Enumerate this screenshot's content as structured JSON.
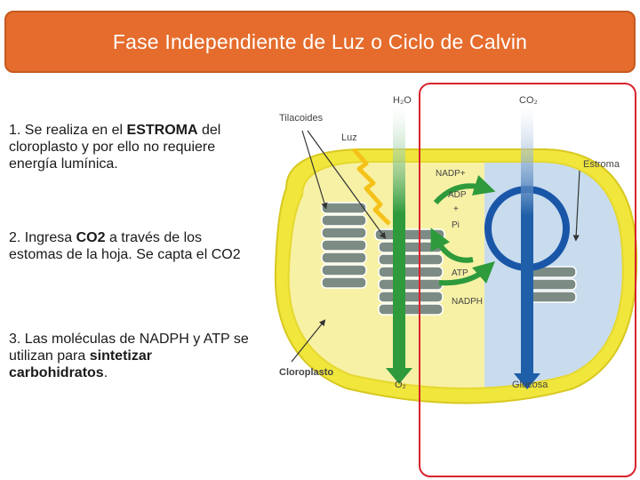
{
  "slide": {
    "title": "Fase Independiente de Luz o Ciclo de Calvin"
  },
  "points": [
    {
      "pre": "1. Se realiza en el ",
      "bold": "ESTROMA",
      "post": " del cloroplasto y por ello no requiere energía lumínica."
    },
    {
      "pre": "2. Ingresa ",
      "bold": "CO2",
      "post": " a través de los estomas de la hoja. Se capta el CO2"
    },
    {
      "pre": "3. Las moléculas de NADPH y ATP se utilizan para ",
      "bold": "sintetizar carbohidratos",
      "post": "."
    }
  ],
  "diagram": {
    "labels": {
      "tilacoides": "Tilacoides",
      "h2o": "H₂O",
      "co2": "CO₂",
      "luz": "Luz",
      "nadp": "NADP+",
      "adp": "ADP",
      "plus": "+",
      "pi": "Pi",
      "estroma": "Estroma",
      "atp": "ATP",
      "nadph": "NADPH",
      "cloroplasto": "Cloroplasto",
      "o2": "O₂",
      "glucosa": "Glucosa"
    },
    "colors": {
      "outer_membrane": "#f0e63c",
      "stroma_left": "#f7f1a6",
      "stroma_right": "#c8dcee",
      "thylakoid": "#7c8c84",
      "green_arrow": "#2e9a3c",
      "blue_arrow": "#1f5ea8",
      "cycle": "#1a56a8",
      "highlight": "#d9232e"
    }
  }
}
